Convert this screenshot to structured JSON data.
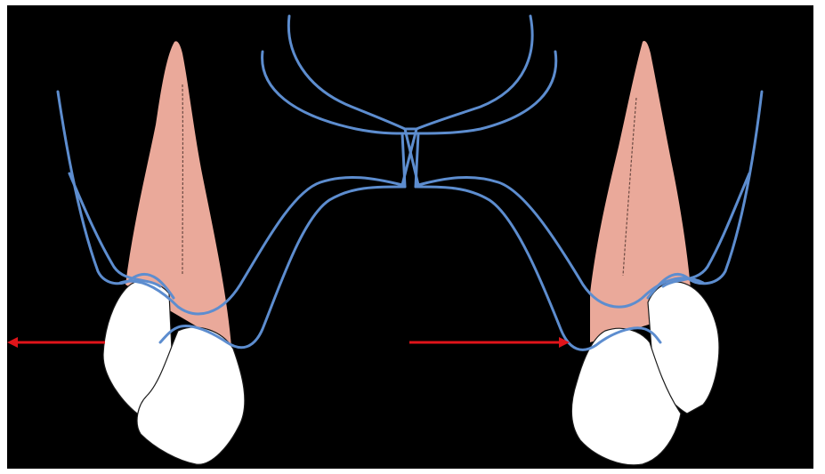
{
  "colors": {
    "background": "#000000",
    "frame": "#ffffff",
    "root": "#eaa99a",
    "crown": "#ffffff",
    "crown_outline": "#1a1a1a",
    "wire": "#5d8dcf",
    "arrow": "#e0141a",
    "root_canal": "#6b4a42"
  },
  "elements": {
    "wire": "orthodontic-wire-loop",
    "arrows": "force-direction-arrows",
    "teeth": [
      "left-tooth",
      "right-tooth"
    ]
  }
}
